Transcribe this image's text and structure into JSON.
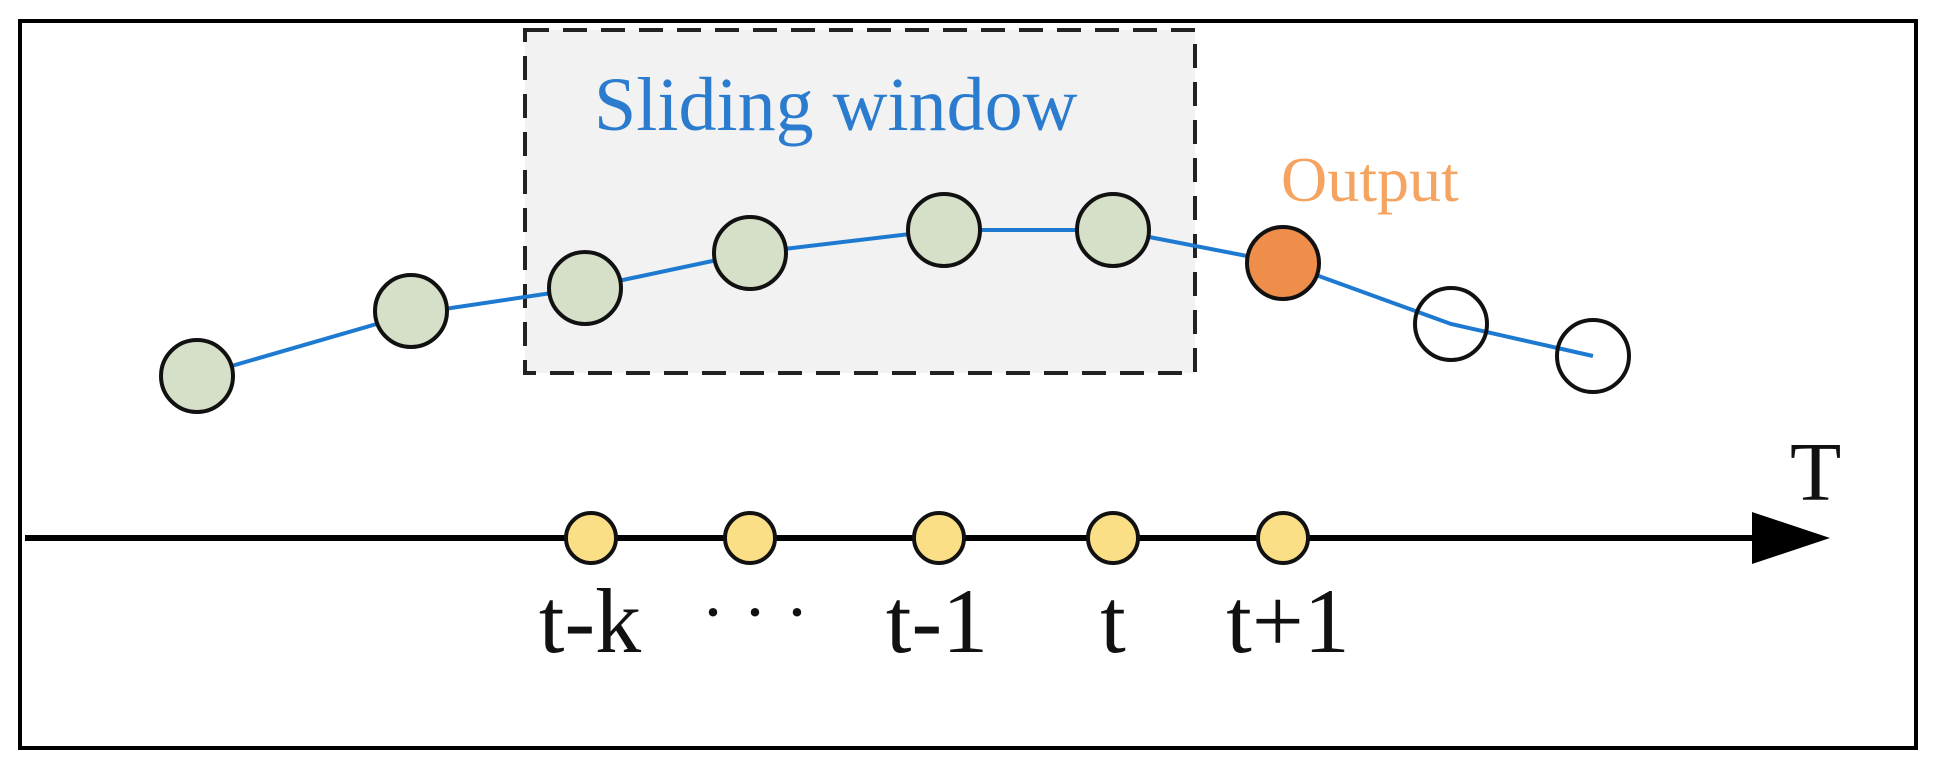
{
  "diagram": {
    "window_label": "Sliding window",
    "output_label": "Output",
    "axis_label": "T",
    "time_labels": [
      "t-k",
      "t-1",
      "t",
      "t+1"
    ],
    "ellipsis": "· · ·",
    "colors": {
      "window_text": "#2b7ccf",
      "output_text": "#f4a460",
      "series_line": "#1e7ad1",
      "history_node_fill": "#d6dfc8",
      "output_node_fill": "#ef8d4a",
      "future_node_fill": "#ffffff",
      "axis_node_fill": "#fbdf86",
      "window_fill": "#f2f2f2",
      "stroke": "#111111"
    },
    "nodes": [
      {
        "role": "history"
      },
      {
        "role": "history"
      },
      {
        "role": "history"
      },
      {
        "role": "history"
      },
      {
        "role": "history"
      },
      {
        "role": "history"
      },
      {
        "role": "output"
      },
      {
        "role": "future"
      },
      {
        "role": "future"
      }
    ]
  }
}
